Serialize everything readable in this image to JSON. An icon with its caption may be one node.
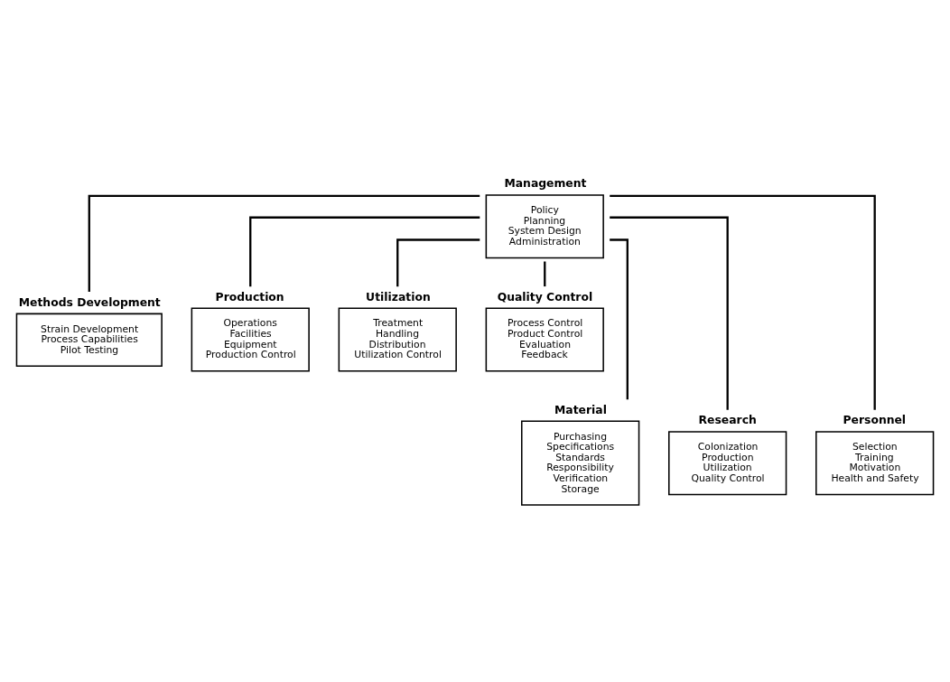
{
  "diagram": {
    "nodes": [
      {
        "text": [
          "Management",
          "Policy",
          "Planning",
          "System Design",
          "Administration"
        ]
      },
      {
        "text": [
          "Methods Development",
          "Strain Development",
          "Process Capabilities",
          "Pilot Testing"
        ]
      },
      {
        "text": [
          "Production",
          "Operations",
          "Facilities",
          "Equipment",
          "Production Control"
        ]
      },
      {
        "text": [
          "Utilization",
          "Treatment",
          "Handling",
          "Distribution",
          "Utilization Control"
        ]
      },
      {
        "text": [
          "Quality Control",
          "Process Control",
          "Product Control",
          "Evaluation",
          "Feedback"
        ]
      },
      {
        "text": [
          "Material",
          "Purchasing",
          "Specifications",
          "Standards",
          "Responsibility",
          "Verification",
          "Storage"
        ]
      },
      {
        "text": [
          "Research",
          "Colonization",
          "Production",
          "Utilization",
          "Quality Control"
        ]
      },
      {
        "text": [
          "Personnel",
          "Selection",
          "Training",
          "Motivation",
          "Health and Safety"
        ]
      }
    ],
    "edges": [
      {
        "from": 0,
        "to": 1,
        "arrow": "none"
      },
      {
        "from": 0,
        "to": 5,
        "arrow": "none"
      },
      {
        "from": 0,
        "to": 2,
        "arrow": "none"
      },
      {
        "from": 0,
        "to": 6,
        "arrow": "none"
      },
      {
        "from": 0,
        "to": 3,
        "arrow": "none"
      },
      {
        "from": 0,
        "to": 7,
        "arrow": "none"
      },
      {
        "from": 0,
        "to": 4,
        "arrow": "none"
      }
    ]
  }
}
